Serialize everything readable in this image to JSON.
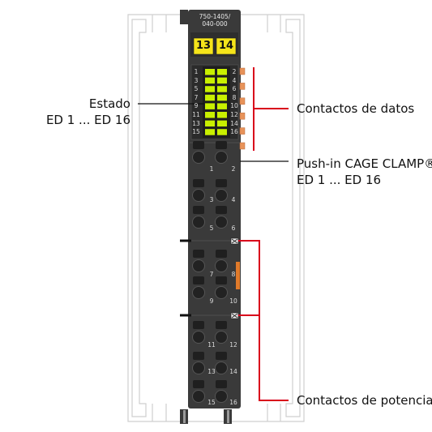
{
  "module": {
    "model_line1": "750-1405/",
    "model_line2": "040-000",
    "marker_left": "13",
    "marker_right": "14",
    "led_numbers_left": [
      "1",
      "3",
      "5",
      "7",
      "9",
      "11",
      "13",
      "15"
    ],
    "led_numbers_right": [
      "2",
      "4",
      "6",
      "8",
      "10",
      "12",
      "14",
      "16"
    ],
    "terminals": [
      {
        "left": "1",
        "right": "2"
      },
      {
        "left": "3",
        "right": "4"
      },
      {
        "left": "5",
        "right": "6"
      },
      {
        "left": "7",
        "right": "8"
      },
      {
        "left": "9",
        "right": "10"
      },
      {
        "left": "11",
        "right": "12"
      },
      {
        "left": "13",
        "right": "14"
      },
      {
        "left": "15",
        "right": "16"
      }
    ]
  },
  "labels": {
    "estado_line1": "Estado",
    "estado_line2": "ED 1 ... ED 16",
    "contactos_datos": "Contactos de datos",
    "pushin_line1": "Push-in CAGE CLAMP®",
    "pushin_line2": "ED 1 ... ED 16",
    "contactos_potencia": "Contactos de potencia"
  },
  "colors": {
    "housing": "#3a3a3a",
    "marker_yellow": "#f5e41a",
    "led_green": "#c9f000",
    "contact_orange": "#e8935a",
    "accent_red": "#d9001b",
    "rail_outline": "#cccccc"
  }
}
